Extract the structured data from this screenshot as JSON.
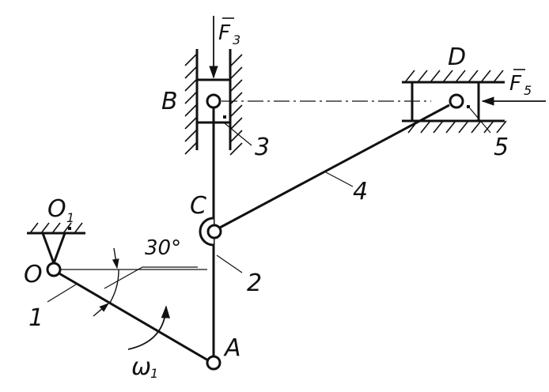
{
  "diagram": {
    "labels": {
      "B": "B",
      "D": "D",
      "C": "C",
      "O": "O",
      "O1": "O",
      "O1_sub": "1",
      "A": "A",
      "F3": "F",
      "F3_sub": "3",
      "F5": "F",
      "F5_sub": "5",
      "link_1": "1",
      "link_2": "2",
      "link_3": "3",
      "link_4": "4",
      "link_5": "5",
      "angle": "30°",
      "omega": "ω",
      "omega_sub": "1"
    }
  }
}
